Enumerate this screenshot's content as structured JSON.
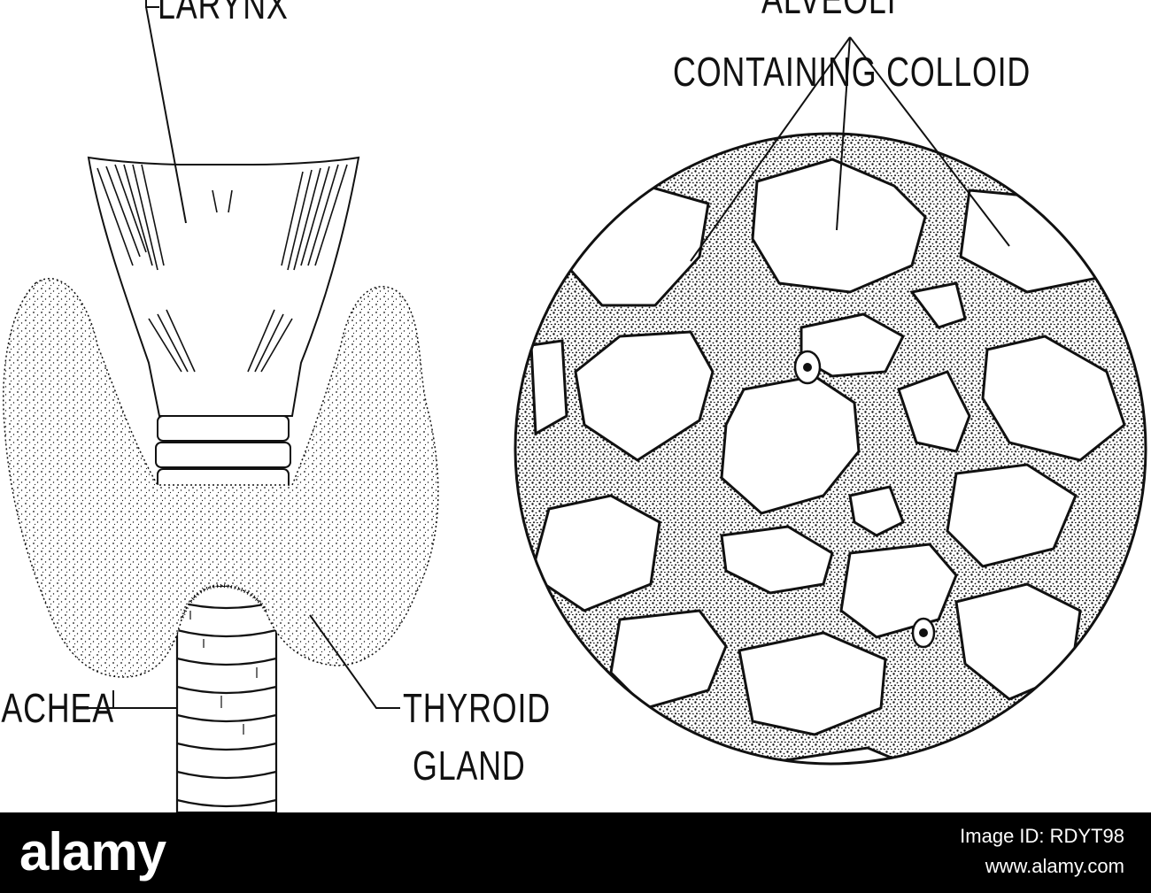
{
  "labels": {
    "larynx": "LARYNX",
    "alveoli": "ALVEOLI",
    "containing_colloid": "CONTAINING COLLOID",
    "trachea": "TRACHEA",
    "thyroid": "THYROID",
    "gland": "GLAND"
  },
  "watermark": {
    "logo": "alamy",
    "image_id": "Image ID: RDYT98",
    "url": "www.alamy.com"
  },
  "colors": {
    "ink": "#111111",
    "paper": "#ffffff",
    "bar": "#000000"
  }
}
